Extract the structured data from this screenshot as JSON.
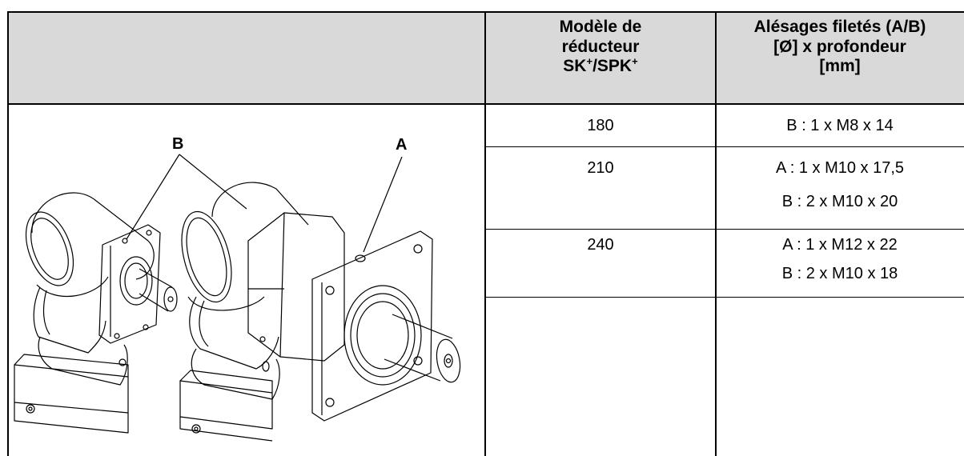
{
  "header": {
    "col1_lines": [
      "Modèle de",
      "réducteur",
      "SK",
      "/SPK"
    ],
    "col1_sup": "+",
    "col2_lines": [
      "Alésages filetés (A/B)",
      "[Ø] x profondeur",
      "[mm]"
    ]
  },
  "rows": [
    {
      "model": "180",
      "bores": [
        "B : 1 x M8 x 14"
      ]
    },
    {
      "model": "210",
      "bores": [
        "A : 1 x M10 x 17,5",
        "B : 2 x M10 x 20"
      ]
    },
    {
      "model": "240",
      "bores": [
        "A : 1 x M12 x 22",
        "B : 2 x M10 x 18"
      ]
    }
  ],
  "drawing": {
    "label_b": "B",
    "label_a": "A",
    "colors": {
      "header_bg": "#d9d9d9",
      "line": "#000000"
    }
  }
}
